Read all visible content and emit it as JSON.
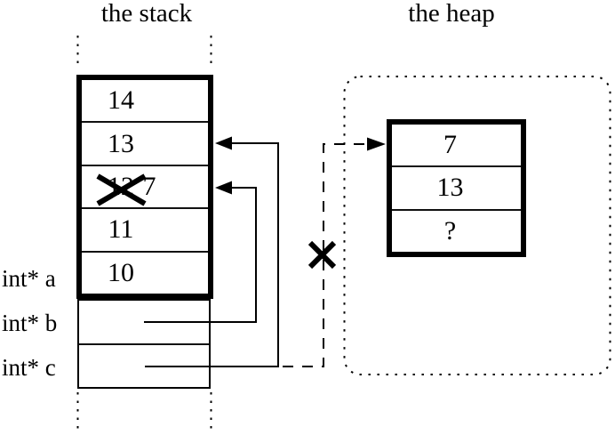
{
  "colors": {
    "ink": "#000000",
    "background": "#ffffff"
  },
  "stack": {
    "title": "the stack",
    "cells": [
      {
        "value": "14"
      },
      {
        "value": "13"
      },
      {
        "value": "12",
        "crossed_out": true,
        "new_value": "7"
      },
      {
        "value": "11"
      },
      {
        "value": "10"
      }
    ]
  },
  "heap": {
    "title": "the heap",
    "cells": [
      {
        "value": "7"
      },
      {
        "value": "13"
      },
      {
        "value": "?"
      }
    ]
  },
  "pointer_labels": [
    {
      "label": "int* a"
    },
    {
      "label": "int* b"
    },
    {
      "label": "int* c"
    }
  ]
}
